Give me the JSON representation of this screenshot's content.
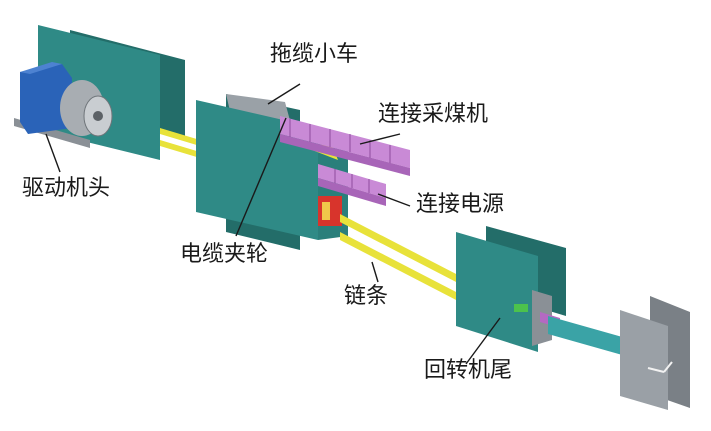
{
  "labels": {
    "tow_trolley": "拖缆小车",
    "connect_shearer": "连接采煤机",
    "drive_head": "驱动机头",
    "connect_power": "连接电源",
    "cable_pulley": "电缆夹轮",
    "chain": "链条",
    "return_tail": "回转机尾"
  },
  "colors": {
    "panel": "#2f8a86",
    "panel_dark": "#236d69",
    "chain": "#e8e23a",
    "cable_tray": "#c98ad6",
    "motor": "#2a63b8",
    "frame_grey": "#8a9096",
    "tail_pipe": "#3aa3a6",
    "red_part": "#d8342c"
  }
}
